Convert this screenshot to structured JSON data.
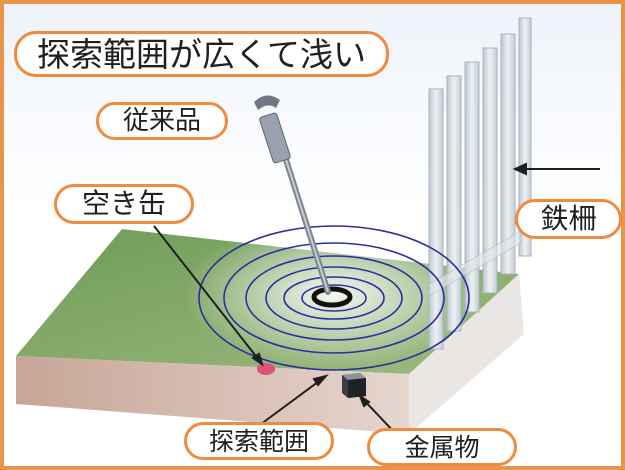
{
  "labels": {
    "title": "探索範囲が広くて浅い",
    "conventional_product": "従来品",
    "empty_can": "空き缶",
    "iron_fence": "鉄柵",
    "search_range": "探索範囲",
    "metal_object": "金属物"
  },
  "colors": {
    "frame_border": "#e8954a",
    "label_border": "#f08a3c",
    "ground_top": "#7aa25e",
    "soil_side": "#c9a89a",
    "rings": "#2c2f9e",
    "fence": "#d5dde4",
    "empty_can": "#e0527a"
  },
  "icons": [
    "metal-detector-icon",
    "iron-fence-icon",
    "empty-can-icon",
    "metal-object-icon",
    "search-rings-icon"
  ]
}
